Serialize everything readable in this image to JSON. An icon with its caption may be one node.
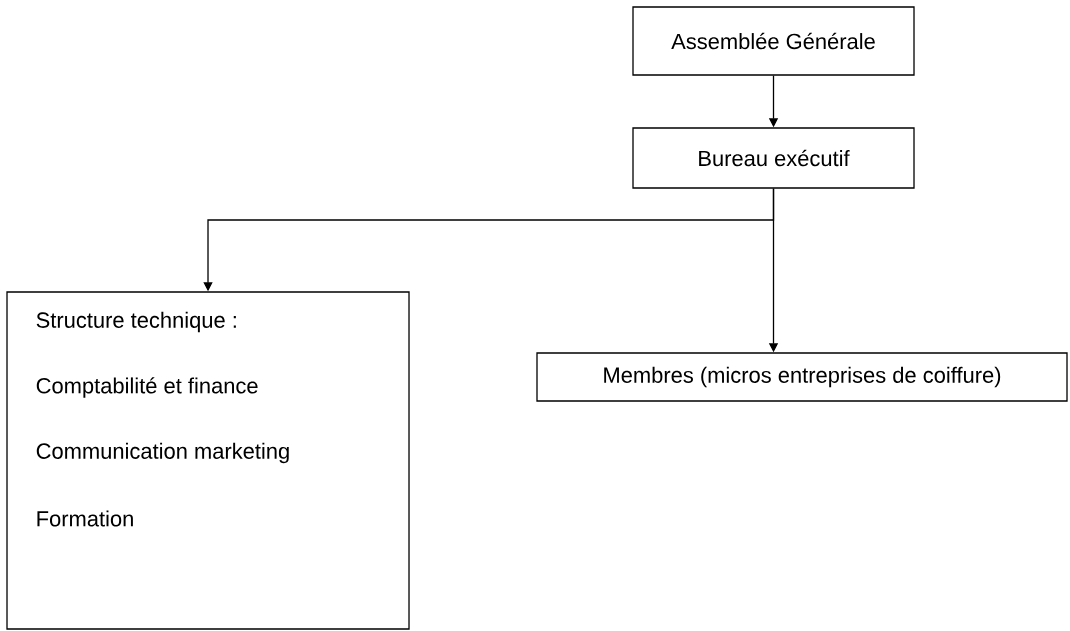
{
  "diagram": {
    "nodes": [
      {
        "text": [
          "Assemblée Générale"
        ]
      },
      {
        "text": [
          "Bureau exécutif"
        ]
      },
      {
        "text": [
          "Structure technique :",
          "Comptabilité et finance",
          "Communication marketing",
          "Formation"
        ]
      },
      {
        "text": [
          "Membres (micros entreprises de coiffure)"
        ]
      }
    ],
    "edges": [
      {
        "from": 0,
        "to": 1,
        "arrow": "to"
      },
      {
        "from": 1,
        "to": 2,
        "arrow": "to"
      },
      {
        "from": 1,
        "to": 3,
        "arrow": "to"
      }
    ]
  }
}
